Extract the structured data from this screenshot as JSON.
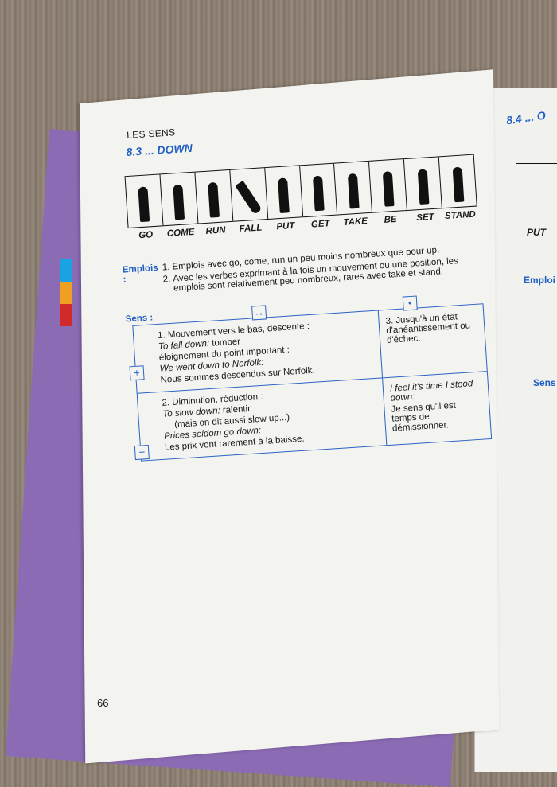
{
  "page": {
    "eyebrow": "LES SENS",
    "section_title": "8.3 ... DOWN",
    "page_number": "66",
    "verbs": [
      "GO",
      "COME",
      "RUN",
      "FALL",
      "PUT",
      "GET",
      "TAKE",
      "BE",
      "SET",
      "STAND"
    ],
    "emplois": {
      "label": "Emplois :",
      "items": [
        "Emplois avec go, come, run un peu moins nombreux que pour up.",
        "Avec les verbes exprimant à la fois un mouvement ou une position, les emplois sont relativement peu nombreux, rares avec take et stand."
      ]
    },
    "sens": {
      "label": "Sens :",
      "markers": {
        "arrow": "→",
        "dot": "•",
        "plus": "+",
        "minus": "−"
      },
      "row1": {
        "left": {
          "heading": "1. Mouvement vers le bas, descente :",
          "ex1_en": "To fall down:",
          "ex1_fr": "tomber",
          "sub": "éloignement du point important :",
          "ex2_en": "We went down to Norfolk:",
          "ex2_fr": "Nous sommes descendus sur Norfolk."
        },
        "right": {
          "heading": "3. Jusqu'à un état d'anéantissement ou d'échec."
        }
      },
      "row2": {
        "left": {
          "heading": "2. Diminution, réduction :",
          "ex1_en": "To slow down:",
          "ex1_fr": "ralentir",
          "note": "(mais on dit aussi slow up...)",
          "ex2_en": "Prices seldom go down:",
          "ex2_fr": "Les prix vont rarement à la baisse."
        },
        "right": {
          "ex_en": "I feel it's time I stood down:",
          "ex_fr": "Je sens qu'il est temps de démissionner."
        }
      }
    }
  },
  "next_page": {
    "section_title": "8.4 ... O",
    "verb": "PUT",
    "emplois_label": "Emploi",
    "sens_label": "Sens"
  },
  "colors": {
    "accent_blue": "#1f5fc4",
    "cover_purple": "#8c6bb5",
    "tabs": [
      "#1aa3e0",
      "#f0a020",
      "#d02a2a"
    ]
  }
}
